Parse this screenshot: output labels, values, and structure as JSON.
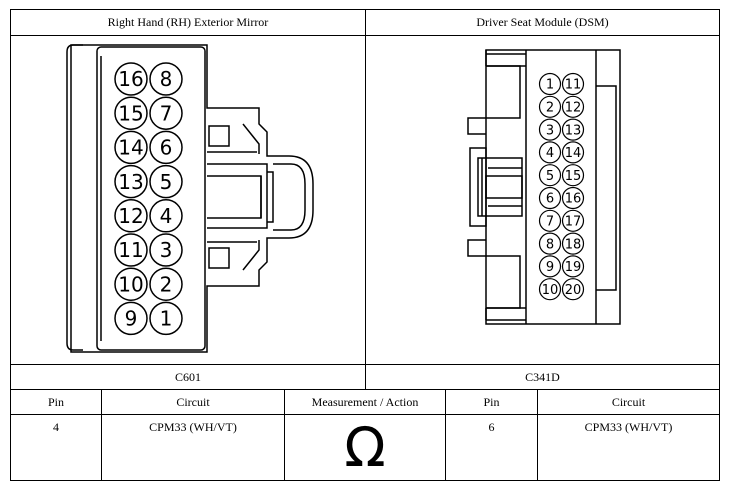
{
  "connectors": {
    "left": {
      "title": "Right Hand (RH) Exterior Mirror",
      "id": "C601",
      "pins": [
        [
          "16",
          "8"
        ],
        [
          "15",
          "7"
        ],
        [
          "14",
          "6"
        ],
        [
          "13",
          "5"
        ],
        [
          "12",
          "4"
        ],
        [
          "11",
          "3"
        ],
        [
          "10",
          "2"
        ],
        [
          "9",
          "1"
        ]
      ]
    },
    "right": {
      "title": "Driver Seat Module (DSM)",
      "id": "C341D",
      "pins": [
        [
          "1",
          "11"
        ],
        [
          "2",
          "12"
        ],
        [
          "3",
          "13"
        ],
        [
          "4",
          "14"
        ],
        [
          "5",
          "15"
        ],
        [
          "6",
          "16"
        ],
        [
          "7",
          "17"
        ],
        [
          "8",
          "18"
        ],
        [
          "9",
          "19"
        ],
        [
          "10",
          "20"
        ]
      ]
    }
  },
  "table": {
    "headers": {
      "pin_a": "Pin",
      "circuit_a": "Circuit",
      "measurement": "Measurement / Action",
      "pin_b": "Pin",
      "circuit_b": "Circuit"
    },
    "row": {
      "pin_a": "4",
      "circuit_a": "CPM33 (WH/VT)",
      "measurement_symbol": "Ω",
      "pin_b": "6",
      "circuit_b": "CPM33 (WH/VT)"
    }
  }
}
